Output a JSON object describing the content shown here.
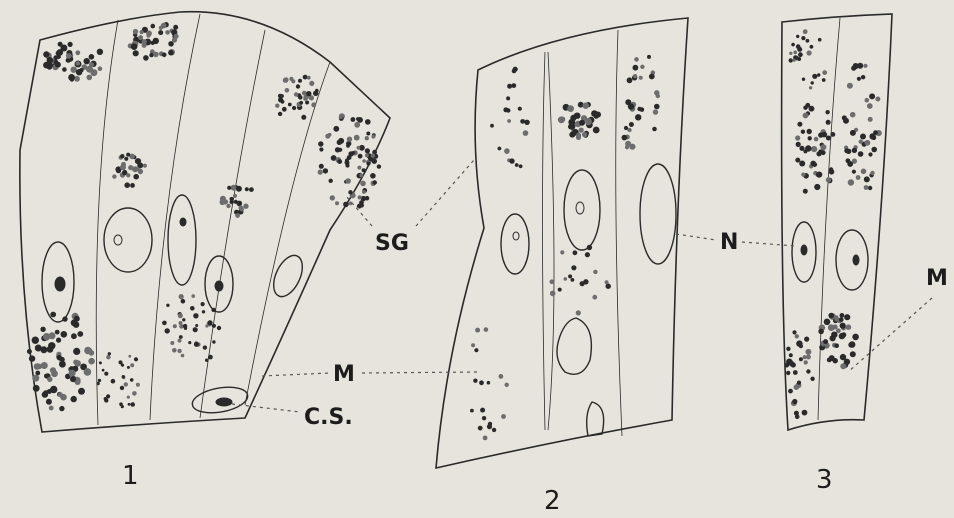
{
  "colors": {
    "paper": "#e6e4dc",
    "ink": "#1c1c1c",
    "faint": "#6d6d6d"
  },
  "labels": {
    "sg": "SG",
    "n": "N",
    "m_center": "M",
    "m_right": "M",
    "cs": "C.S."
  },
  "figures": [
    "1",
    "2",
    "3"
  ]
}
